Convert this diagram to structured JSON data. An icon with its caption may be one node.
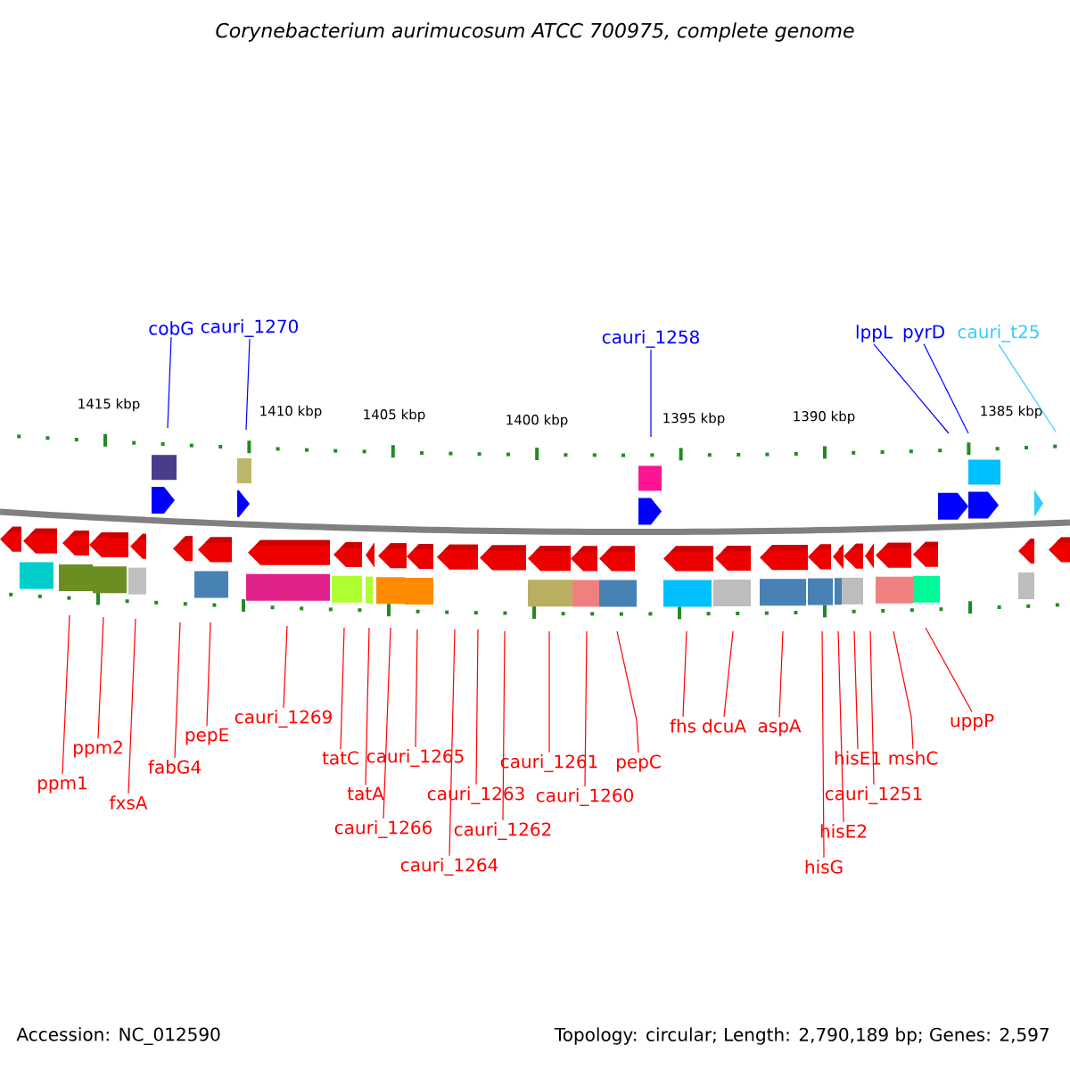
{
  "diagram": {
    "title": "Corynebacterium aurimucosum ATCC 700975, complete genome",
    "nodes": [
      {
        "text": [
          "cobG"
        ]
      },
      {
        "text": [
          "cauri_1270"
        ]
      },
      {
        "text": [
          "cauri_1258"
        ]
      },
      {
        "text": [
          "lppL"
        ]
      },
      {
        "text": [
          "pyrD"
        ]
      },
      {
        "text": [
          "cauri_t25"
        ]
      },
      {
        "text": [
          "ppm1"
        ]
      },
      {
        "text": [
          "ppm2"
        ]
      },
      {
        "text": [
          "fxsA"
        ]
      },
      {
        "text": [
          "fabG4"
        ]
      },
      {
        "text": [
          "pepE"
        ]
      },
      {
        "text": [
          "cauri_1269"
        ]
      },
      {
        "text": [
          "tatC"
        ]
      },
      {
        "text": [
          "tatA"
        ]
      },
      {
        "text": [
          "cauri_1265"
        ]
      },
      {
        "text": [
          "cauri_1266"
        ]
      },
      {
        "text": [
          "cauri_1263"
        ]
      },
      {
        "text": [
          "cauri_1264"
        ]
      },
      {
        "text": [
          "cauri_1262"
        ]
      },
      {
        "text": [
          "cauri_1261"
        ]
      },
      {
        "text": [
          "cauri_1260"
        ]
      },
      {
        "text": [
          "pepC"
        ]
      },
      {
        "text": [
          "fhs"
        ]
      },
      {
        "text": [
          "dcuA"
        ]
      },
      {
        "text": [
          "aspA"
        ]
      },
      {
        "text": [
          "hisG"
        ]
      },
      {
        "text": [
          "hisE2"
        ]
      },
      {
        "text": [
          "cauri_1251"
        ]
      },
      {
        "text": [
          "hisE1"
        ]
      },
      {
        "text": [
          "mshC"
        ]
      },
      {
        "text": [
          "uppP"
        ]
      }
    ],
    "edges": [
      {
        "from": 0,
        "to": null,
        "arrow": "none",
        "color": "#0000ff"
      },
      {
        "from": 1,
        "to": null,
        "arrow": "none",
        "color": "#0000ff"
      },
      {
        "from": 2,
        "to": null,
        "arrow": "none",
        "color": "#0000ff"
      },
      {
        "from": 3,
        "to": null,
        "arrow": "none",
        "color": "#0000ff"
      },
      {
        "from": 4,
        "to": null,
        "arrow": "none",
        "color": "#0000ff"
      },
      {
        "from": 5,
        "to": null,
        "arrow": "none",
        "color": "#33ccff"
      },
      {
        "from": 6,
        "to": null,
        "arrow": "none"
      },
      {
        "from": 7,
        "to": null,
        "arrow": "none"
      },
      {
        "from": 8,
        "to": null,
        "arrow": "none"
      },
      {
        "from": 9,
        "to": null,
        "arrow": "none"
      },
      {
        "from": 10,
        "to": null,
        "arrow": "none"
      },
      {
        "from": 11,
        "to": null,
        "arrow": "none"
      },
      {
        "from": 12,
        "to": null,
        "arrow": "none"
      },
      {
        "from": 13,
        "to": null,
        "arrow": "none"
      },
      {
        "from": 14,
        "to": null,
        "arrow": "none"
      },
      {
        "from": 15,
        "to": null,
        "arrow": "none"
      },
      {
        "from": 16,
        "to": null,
        "arrow": "none"
      },
      {
        "from": 17,
        "to": null,
        "arrow": "none"
      },
      {
        "from": 18,
        "to": null,
        "arrow": "none"
      },
      {
        "from": 19,
        "to": null,
        "arrow": "none"
      },
      {
        "from": 20,
        "to": null,
        "arrow": "none"
      },
      {
        "from": 21,
        "to": null,
        "arrow": "none"
      },
      {
        "from": 22,
        "to": null,
        "arrow": "none"
      },
      {
        "from": 23,
        "to": null,
        "arrow": "none"
      },
      {
        "from": 24,
        "to": null,
        "arrow": "none"
      },
      {
        "from": 25,
        "to": null,
        "arrow": "none"
      },
      {
        "from": 26,
        "to": null,
        "arrow": "none"
      },
      {
        "from": 27,
        "to": null,
        "arrow": "none"
      },
      {
        "from": 28,
        "to": null,
        "arrow": "none"
      },
      {
        "from": 29,
        "to": null,
        "arrow": "none"
      },
      {
        "from": 30,
        "to": null,
        "arrow": "none"
      }
    ],
    "labels": [
      "1415 kbp",
      "1410 kbp",
      "1405 kbp",
      "1400 kbp",
      "1395 kbp",
      "1390 kbp",
      "1385 kbp",
      "Accession: NC_012590",
      "Topology: circular; Length: 2,790,189 bp; Genes: 2,597"
    ]
  }
}
